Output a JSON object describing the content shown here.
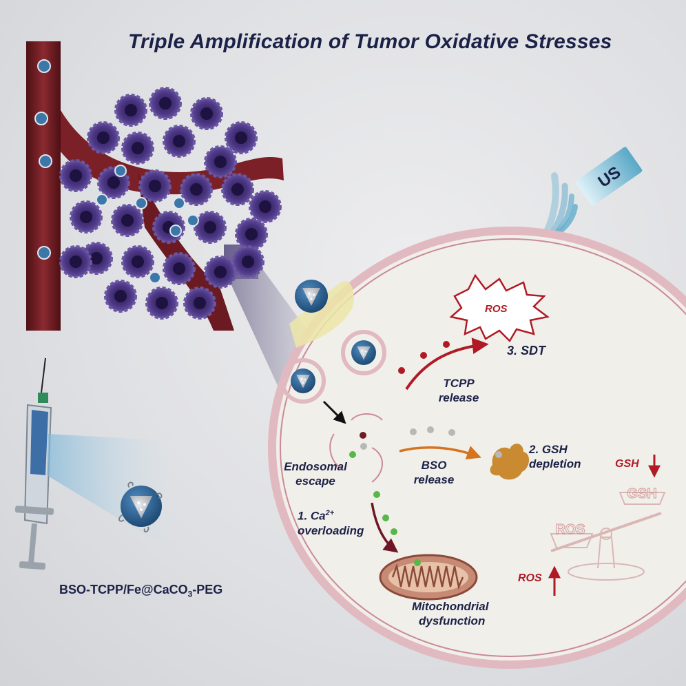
{
  "title": "Triple Amplification of Tumor Oxidative Stresses",
  "nanoparticle_label": {
    "prefix": "BSO-TCPP/Fe@CaCO",
    "sub": "3",
    "suffix": "-PEG"
  },
  "ultrasound_label": "US",
  "ros_burst_label": "ROS",
  "step_sdt": "3. SDT",
  "tcpp_release": {
    "line1": "TCPP",
    "line2": "release"
  },
  "endosomal_escape": {
    "line1": "Endosomal",
    "line2": "escape"
  },
  "bso_release": {
    "line1": "BSO",
    "line2": "release"
  },
  "gsh_depletion": {
    "line1": "2. GSH",
    "line2": "depletion"
  },
  "ca_overloading": {
    "line1_prefix": "1. Ca",
    "sup": "2+",
    "line2": "overloading"
  },
  "mitochondrial": {
    "line1": "Mitochondrial",
    "line2": "dysfunction"
  },
  "gsh_level_label": "GSH",
  "ros_level_label": "ROS",
  "balance_left_label": "ROS",
  "balance_right_label": "GSH",
  "colors": {
    "navy_text": "#1c2247",
    "red_text": "#b01a24",
    "vessel": "#6e1c22",
    "tumor_cell": "#5d4a96",
    "nanoparticle_shell": "#2a5f8f",
    "cell_membrane": "#e1b9c0",
    "gsh_blob": "#c98a32",
    "calcium_dot": "#55b848"
  }
}
